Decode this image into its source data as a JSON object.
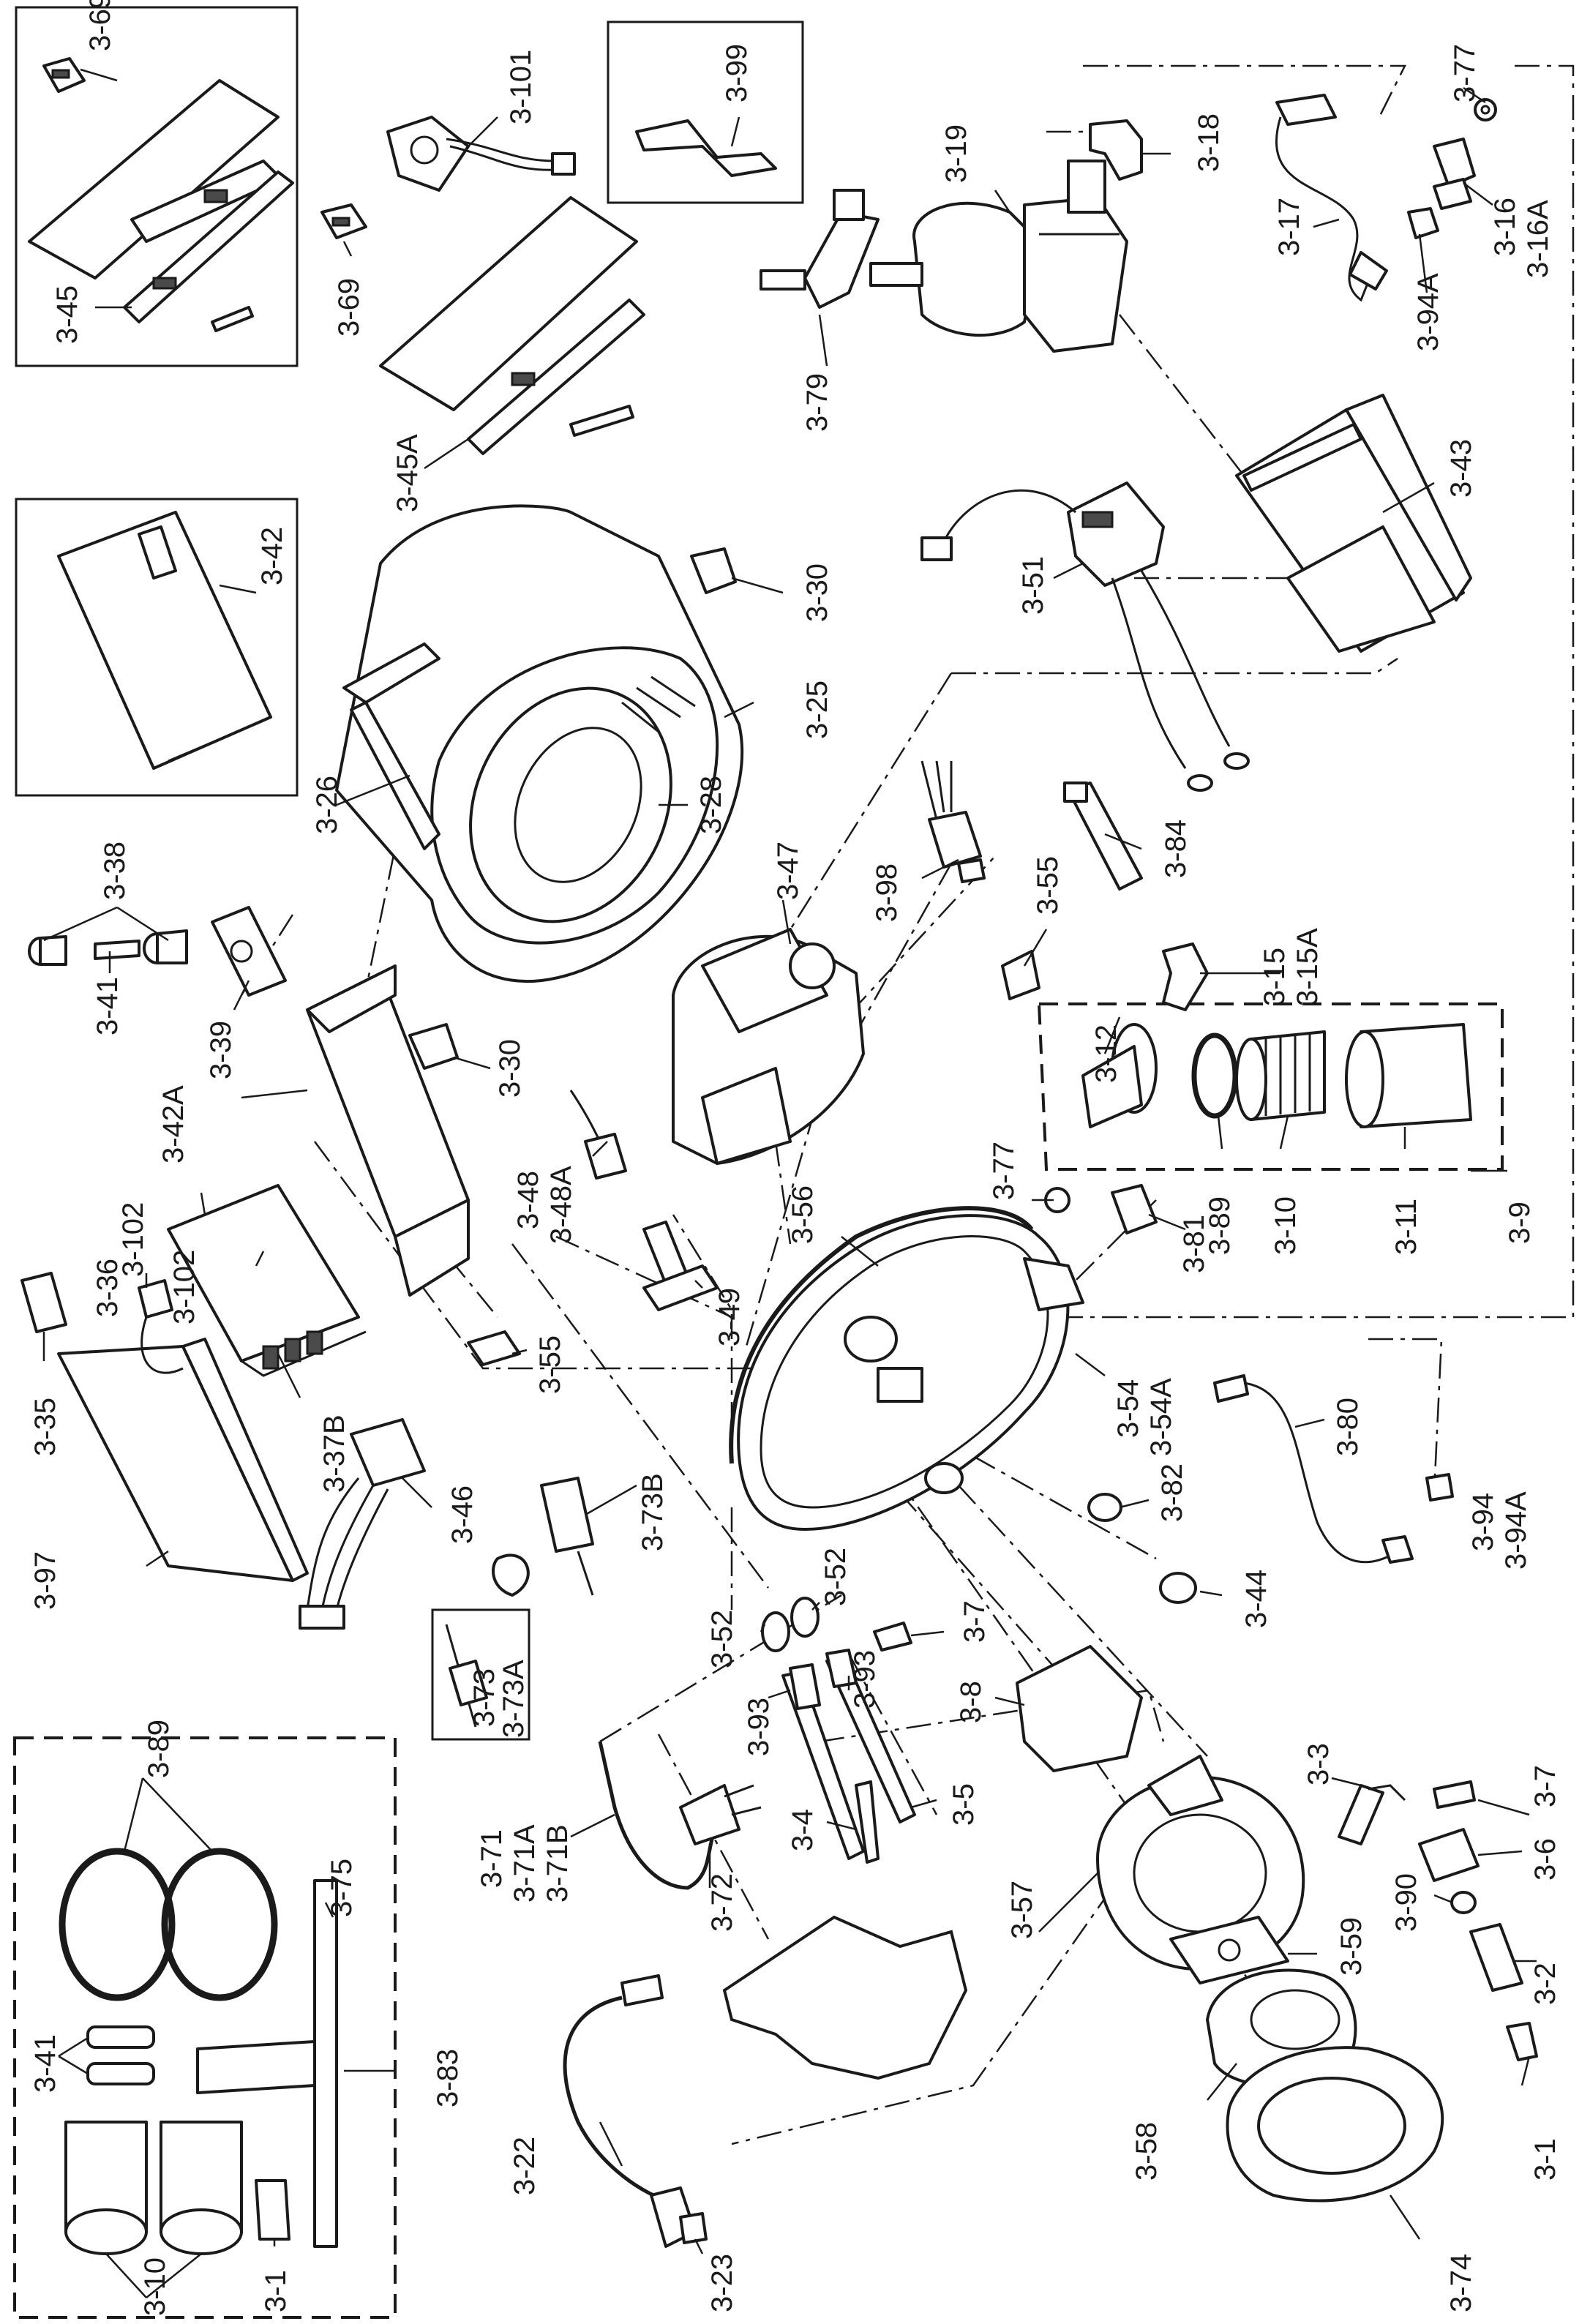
{
  "labels": {
    "l3_69a": "3-69",
    "l3_45": "3-45",
    "l3_101": "3-101",
    "l3_69b": "3-69",
    "l3_45a": "3-45A",
    "l3_99": "3-99",
    "l3_19": "3-19",
    "l3_79": "3-79",
    "l3_18": "3-18",
    "l3_17": "3-17",
    "l3_77a": "3-77",
    "l3_16": "3-16",
    "l3_16a": "3-16A",
    "l3_94a_top": "3-94A",
    "l3_43": "3-43",
    "l3_51": "3-51",
    "l3_42": "3-42",
    "l3_30a": "3-30",
    "l3_25": "3-25",
    "l3_28": "3-28",
    "l3_26": "3-26",
    "l3_38": "3-38",
    "l3_41": "3-41",
    "l3_39": "3-39",
    "l3_30b": "3-30",
    "l3_47": "3-47",
    "l3_98": "3-98",
    "l3_55a": "3-55",
    "l3_84": "3-84",
    "l3_15": "3-15",
    "l3_15a": "3-15A",
    "l3_12": "3-12",
    "l3_89": "3-89",
    "l3_10": "3-10",
    "l3_11": "3-11",
    "l3_9": "3-9",
    "l3_42a": "3-42A",
    "l3_102a": "3-102",
    "l3_36": "3-36",
    "l3_102b": "3-102",
    "l3_35": "3-35",
    "l3_37b": "3-37B",
    "l3_48": "3-48",
    "l3_48a": "3-48A",
    "l3_49": "3-49",
    "l3_56": "3-56",
    "l3_77b": "3-77",
    "l3_81": "3-81",
    "l3_55b": "3-55",
    "l3_54": "3-54",
    "l3_54a": "3-54A",
    "l3_80": "3-80",
    "l3_97": "3-97",
    "l3_46": "3-46",
    "l3_73b": "3-73B",
    "l3_82": "3-82",
    "l3_94": "3-94",
    "l3_94a": "3-94A",
    "l3_52a": "3-52",
    "l3_52b": "3-52",
    "l3_7a": "3-7",
    "l3_44": "3-44",
    "l3_73": "3-73",
    "l3_73a": "3-73A",
    "l3_93a": "3-93",
    "l3_93b": "3-93",
    "l3_8": "3-8",
    "l3_4": "3-4",
    "l3_5": "3-5",
    "l3_71": "3-71",
    "l3_71a": "3-71A",
    "l3_71b": "3-71B",
    "l3_72": "3-72",
    "l3_3": "3-3",
    "l3_7b": "3-7",
    "l3_6": "3-6",
    "l3_89k": "3-89",
    "l3_75": "3-75",
    "l3_57": "3-57",
    "l3_59": "3-59",
    "l3_90": "3-90",
    "l3_2": "3-2",
    "l3_41k": "3-41",
    "l3_83": "3-83",
    "l3_58": "3-58",
    "l3_1a": "3-1",
    "l3_22": "3-22",
    "l3_74": "3-74",
    "l3_10k": "3-10",
    "l3_1b": "3-1",
    "l3_23": "3-23"
  }
}
